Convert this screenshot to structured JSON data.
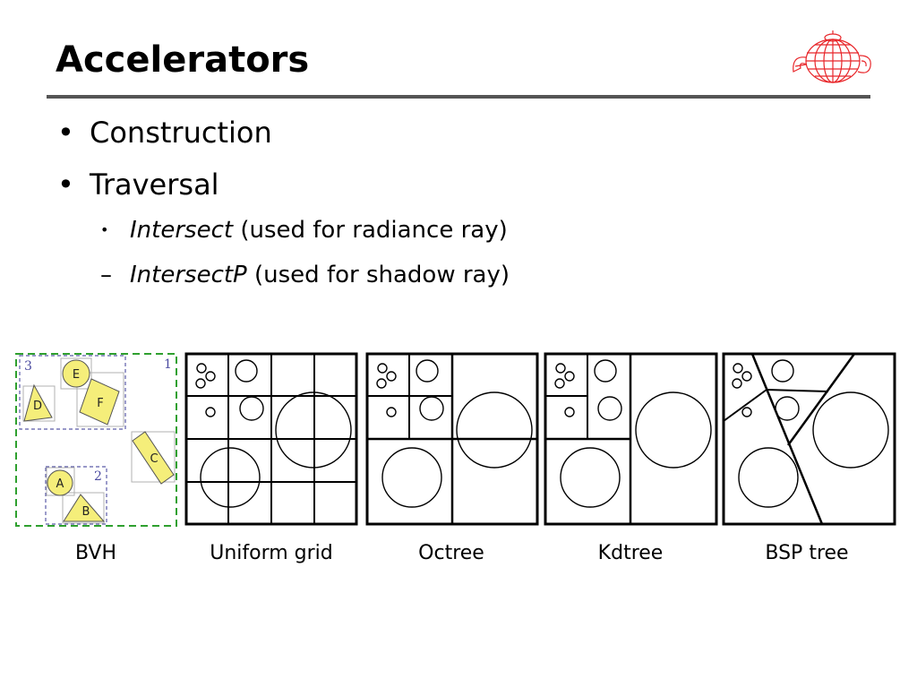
{
  "slide": {
    "title": "Accelerators",
    "bullets": [
      "Construction",
      "Traversal"
    ],
    "sub_bullets": [
      {
        "marker": "•",
        "term": "Intersect",
        "rest": " (used for radiance ray)"
      },
      {
        "marker": "–",
        "term": "IntersectP",
        "rest": " (used for shadow ray)"
      }
    ]
  },
  "diagrams": {
    "bvh": {
      "node_labels": [
        "1",
        "2",
        "3"
      ],
      "shape_labels": [
        "A",
        "B",
        "C",
        "D",
        "E",
        "F"
      ]
    },
    "captions": [
      "BVH",
      "Uniform grid",
      "Octree",
      "Kdtree",
      "BSP tree"
    ]
  },
  "colors": {
    "rule": "#555555",
    "bvh_root_box": "#2fa02f",
    "bvh_node_box": "#5a5aa8",
    "shape_fill": "#f5ee7a",
    "logo": "#e8262a"
  },
  "logo_icon": "teapot-icon"
}
